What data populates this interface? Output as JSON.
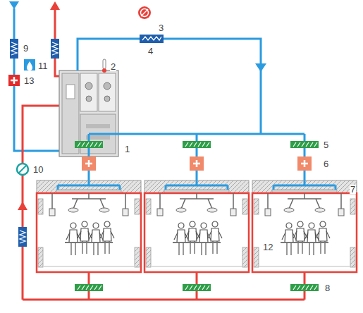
{
  "diagram": {
    "labels": [
      "3",
      "2",
      "4",
      "9",
      "11",
      "13",
      "1",
      "5",
      "6",
      "10",
      "7",
      "12",
      "8"
    ]
  }
}
